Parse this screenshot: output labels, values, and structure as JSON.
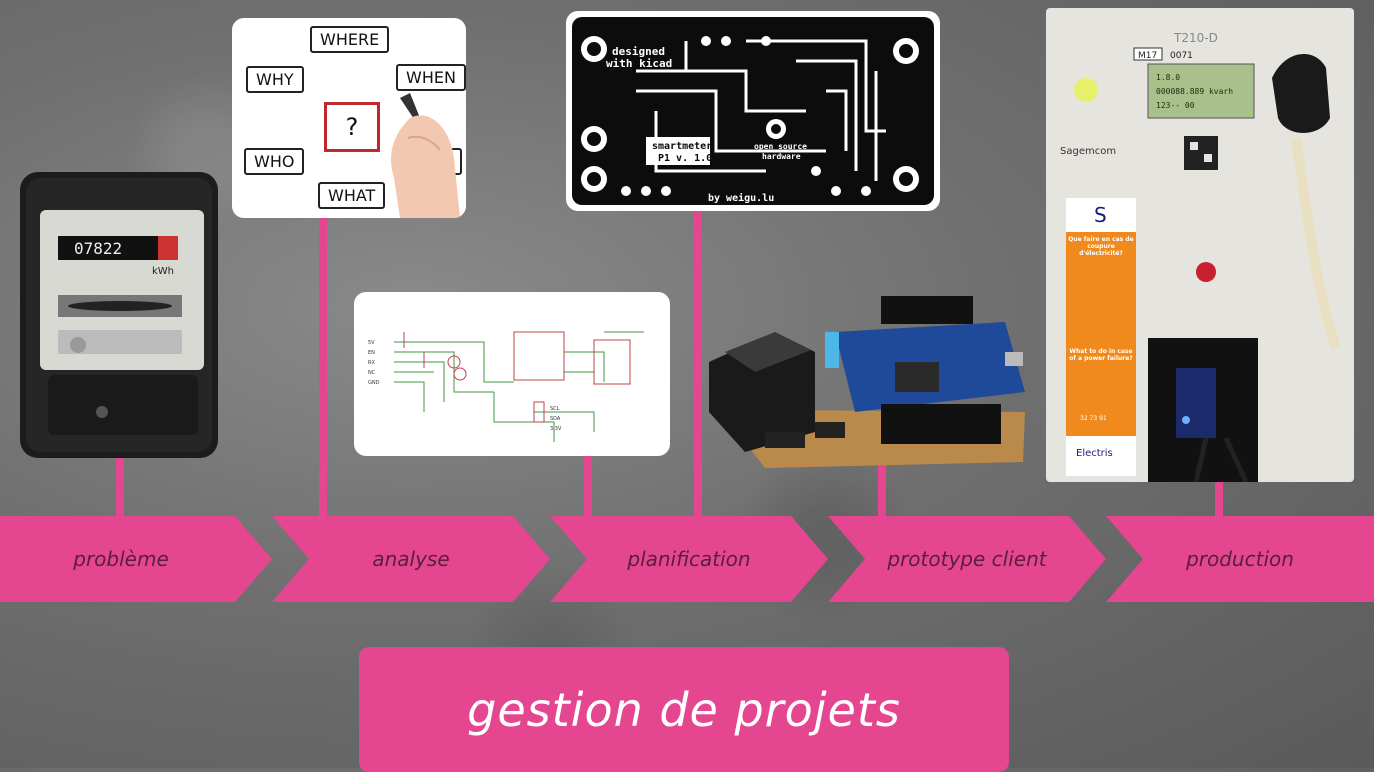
{
  "title": "gestion de projets",
  "stages": [
    {
      "label": "problème"
    },
    {
      "label": "analyse"
    },
    {
      "label": "planification"
    },
    {
      "label": "prototype client"
    },
    {
      "label": "production"
    }
  ],
  "colors": {
    "accent": "#e4478f",
    "stage_text": "#5b1e3b",
    "background": "#6f6f6f"
  },
  "questions": {
    "where": "WHERE",
    "why": "WHY",
    "when": "WHEN",
    "who": "WHO",
    "how": "HOW",
    "what": "WHAT",
    "center": "?"
  },
  "old_meter": {
    "reading": "07822",
    "unit": "kWh"
  },
  "pcb": {
    "designed": "designed",
    "with_kicad": "with kicad",
    "name": "smartmeter",
    "version": "P1 v. 1.0",
    "oshw_1": "open source",
    "oshw_2": "hardware",
    "author": "by weigu.lu"
  },
  "smart_meter": {
    "model": "T210-D",
    "m17": "M17",
    "serial": "0071",
    "lcd_line1": "1.8.0",
    "lcd_line2": "000088.889 kvarh",
    "lcd_line3": "123-- 00",
    "brand": "Sagemcom",
    "sticker_title_fr": "Que faire en cas de coupure d'électricité?",
    "sticker_title_en": "What to do in case of a power failure?",
    "phone": "32 73 91",
    "operator": "Electris"
  }
}
